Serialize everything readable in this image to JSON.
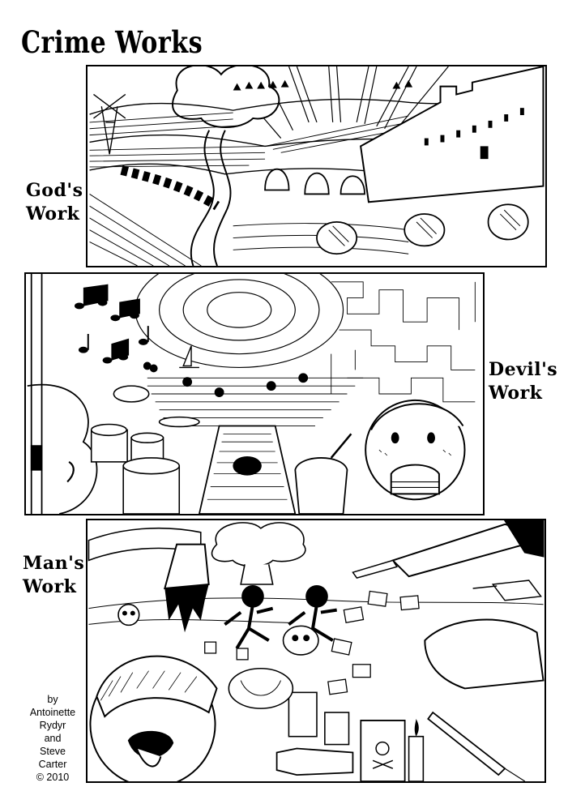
{
  "page": {
    "title": "Crime Works"
  },
  "panels": [
    {
      "caption": [
        "God's",
        "Work"
      ],
      "scene": "countryside-fields"
    },
    {
      "caption": [
        "Devil's",
        "Work"
      ],
      "scene": "music-beach-junkfood"
    },
    {
      "caption": [
        "Man's",
        "Work"
      ],
      "scene": "violence-vice"
    }
  ],
  "credits": [
    "by",
    "Antoinette",
    "Rydyr",
    "and",
    "Steve",
    "Carter",
    "© 2010"
  ],
  "colors": {
    "ink": "#000000",
    "paper": "#ffffff"
  }
}
